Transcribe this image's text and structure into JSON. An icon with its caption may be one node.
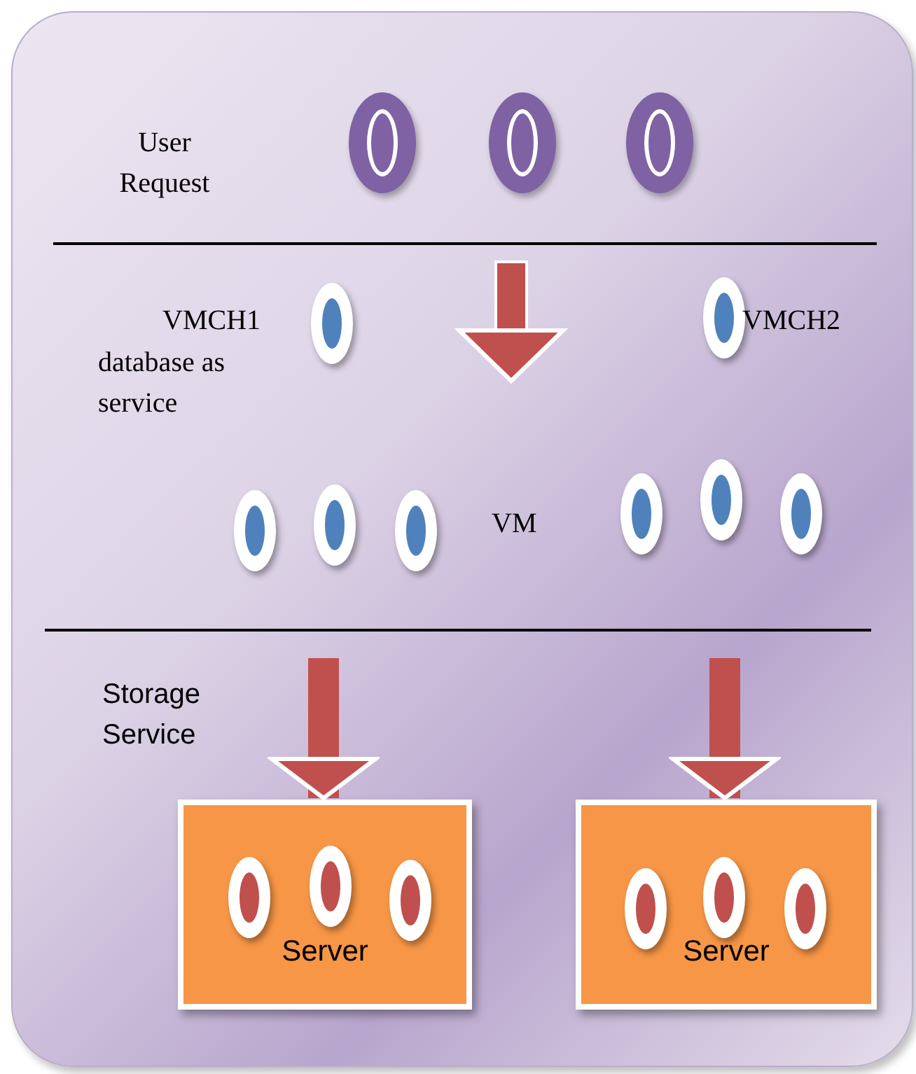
{
  "diagram": {
    "nodes": [
      {
        "text": [],
        "shape": "box"
      },
      {
        "text": [],
        "shape": "circle",
        "in": 0
      },
      {
        "text": [],
        "shape": "circle",
        "in": 0
      },
      {
        "text": [],
        "shape": "circle",
        "in": 0
      },
      {
        "text": [],
        "shape": "circle",
        "in": 0,
        "beside": [
          "VMCH1"
        ]
      },
      {
        "text": [],
        "shape": "circle",
        "in": 0,
        "beside": [
          "VMCH2"
        ]
      },
      {
        "text": [],
        "shape": "circle",
        "in": 0
      },
      {
        "text": [],
        "shape": "circle",
        "in": 0
      },
      {
        "text": [],
        "shape": "circle",
        "in": 0
      },
      {
        "text": [],
        "shape": "circle",
        "in": 0
      },
      {
        "text": [],
        "shape": "circle",
        "in": 0
      },
      {
        "text": [],
        "shape": "circle",
        "in": 0
      },
      {
        "text": [
          "Server"
        ],
        "in": 0
      },
      {
        "text": [],
        "shape": "circle",
        "in": 12
      },
      {
        "text": [],
        "shape": "circle",
        "in": 12
      },
      {
        "text": [],
        "shape": "circle",
        "in": 12
      },
      {
        "text": [
          "Server"
        ],
        "in": 0
      },
      {
        "text": [],
        "shape": "circle",
        "in": 16
      },
      {
        "text": [],
        "shape": "circle",
        "in": 16
      },
      {
        "text": [],
        "shape": "circle",
        "in": 16
      }
    ],
    "edges": [
      {
        "from": null,
        "to": 12,
        "arrow": "to"
      },
      {
        "from": null,
        "to": 16,
        "arrow": "to"
      }
    ],
    "labels": [
      "User Request",
      "database as service",
      "VM",
      "Storage Service"
    ]
  }
}
